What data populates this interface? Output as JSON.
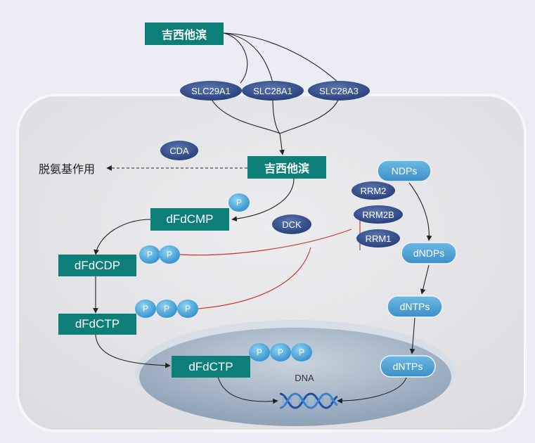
{
  "drug": {
    "top_label": "吉西他滨",
    "intracellular_label": "吉西他滨"
  },
  "transporters": [
    "SLC29A1",
    "SLC28A1",
    "SLC28A3"
  ],
  "enzymes": {
    "cda": "CDA",
    "dck": "DCK",
    "rrm2": "RRM2",
    "rrm2b": "RRM2B",
    "rrm1": "RRM1"
  },
  "deamination_label": "脱氨基作用",
  "metabolites": {
    "dfdcmp": "dFdCMP",
    "dfdcdp": "dFdCDP",
    "dfdctp": "dFdCTP",
    "dfdctp_nucleus": "dFdCTP"
  },
  "phosphate": "P",
  "pathway": {
    "ndps": "NDPs",
    "dndps": "dNDPs",
    "dntps": "dNTPs",
    "dntps_nucleus": "dNTPs"
  },
  "dna_label": "DNA",
  "colors": {
    "teal_box": "#0e7e79",
    "navy_enzyme": "#2f4d8c",
    "light_blue": "#4fa3d6",
    "inhibition_red": "#c0392b",
    "cell_fill": "#e4e4e8",
    "nucleus_fill": "#aab9c9"
  }
}
